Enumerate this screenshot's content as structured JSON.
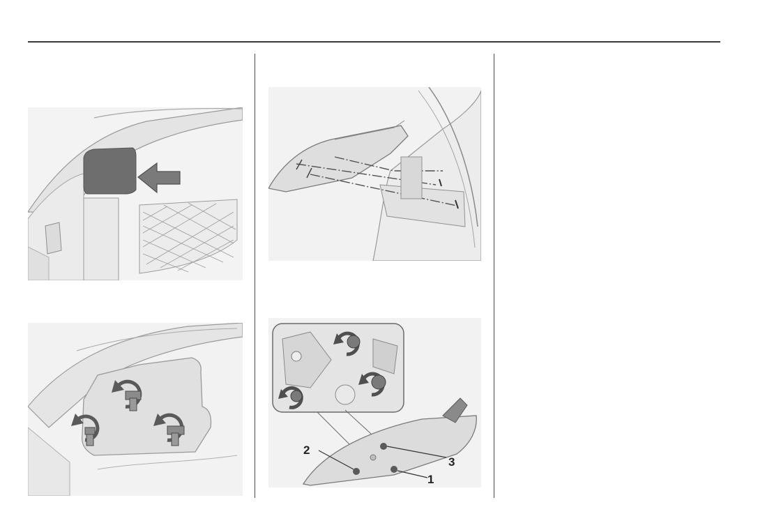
{
  "figures": {
    "bulb_replacement": {
      "callouts": [
        {
          "number": "1"
        },
        {
          "number": "2"
        },
        {
          "number": "3"
        }
      ]
    }
  },
  "colors": {
    "rule": "#3a3a3a",
    "illustration_bg": "#f2f2f2",
    "illustration_line": "#8a8a8a",
    "highlight_dark": "#6e6e6e",
    "arrow_fill": "#7a7a7a"
  }
}
